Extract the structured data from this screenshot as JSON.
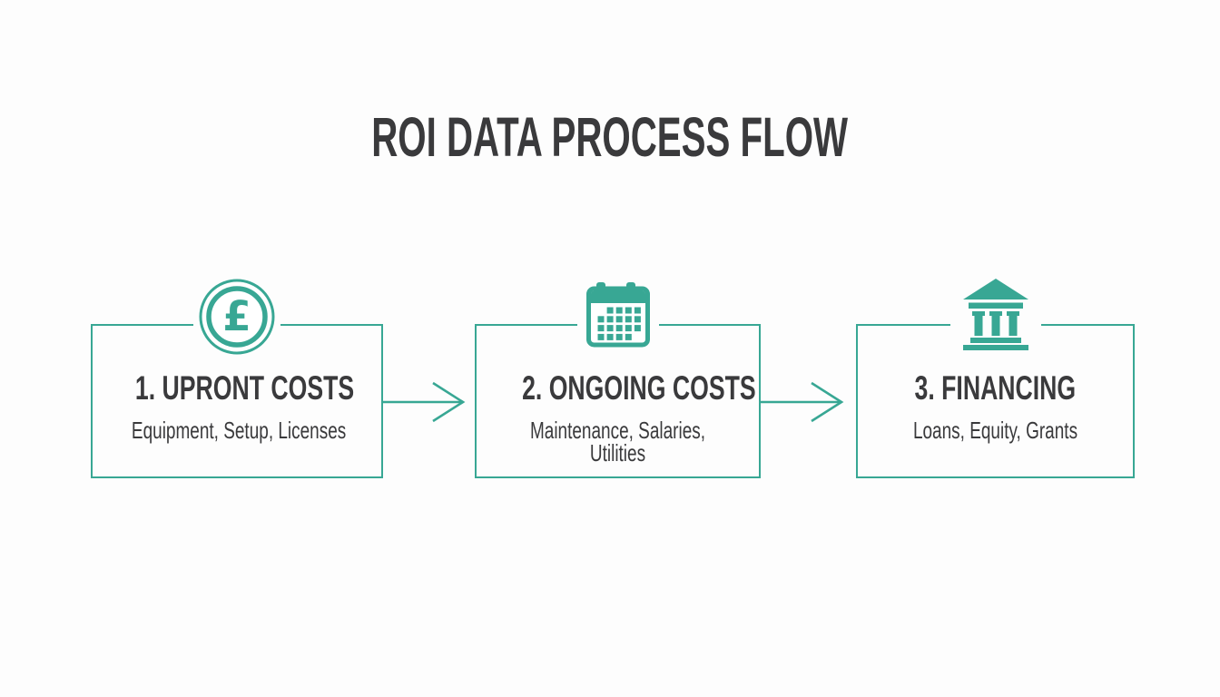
{
  "title": "ROI DATA PROCESS FLOW",
  "colors": {
    "accent": "#38a794",
    "heading_text": "#3a3a3c",
    "background": "#fdfdfd"
  },
  "steps": [
    {
      "icon": "pound-coin-icon",
      "icon_glyph": "£",
      "heading": "1. UPRONT COSTS",
      "subtitle": "Equipment, Setup, Licenses",
      "subtitle_lines": [
        "Equipment, Setup, Licenses"
      ]
    },
    {
      "icon": "calendar-icon",
      "heading": "2. ONGOING COSTS",
      "subtitle": "Maintenance, Salaries, Utilities",
      "subtitle_lines": [
        "Maintenance, Salaries,",
        "Utilities"
      ]
    },
    {
      "icon": "bank-icon",
      "heading": "3. FINANCING",
      "subtitle": "Loans, Equity, Grants",
      "subtitle_lines": [
        "Loans, Equity, Grants"
      ]
    }
  ],
  "connectors": [
    {
      "type": "arrow-right",
      "from_step": 1,
      "to_step": 2
    },
    {
      "type": "arrow-right",
      "from_step": 2,
      "to_step": 3
    }
  ]
}
